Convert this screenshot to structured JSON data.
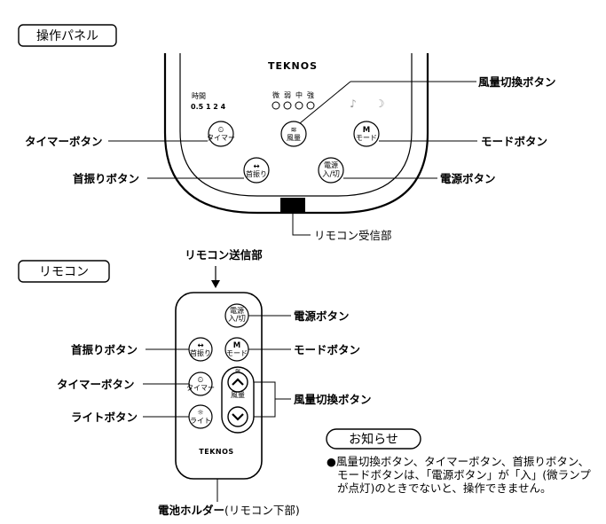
{
  "panel": {
    "header": "操作パネル",
    "brand": "TEKNOS",
    "timer_legend_title": "時間",
    "timer_legend_values": "0.5  1   2   4",
    "fan_level_labels": [
      "微",
      "弱",
      "中",
      "強"
    ],
    "note_icon": "music-note-icon",
    "sleep_icon": "moon-icon",
    "buttons": {
      "timer_top": "⏲",
      "timer_bottom": "タイマー",
      "wind_top": "≋",
      "wind_bottom": "風量",
      "mode_top": "M",
      "mode_bottom": "モード",
      "swing_top": "↔",
      "swing_bottom": "首振り",
      "power_top": "電源",
      "power_bottom": "入/切"
    },
    "callouts": {
      "wind": "風量切換ボタン",
      "timer": "タイマーボタン",
      "mode": "モードボタン",
      "swing": "首振りボタン",
      "power": "電源ボタン",
      "receiver": "リモコン受信部"
    }
  },
  "remote": {
    "header": "リモコン",
    "transmitter": "リモコン送信部",
    "brand": "TEKNOS",
    "buttons": {
      "power_top": "電源",
      "power_bottom": "入/切",
      "swing_top": "↔",
      "swing_bottom": "首振り",
      "mode_top": "M",
      "mode_bottom": "モード",
      "timer_top": "⏲",
      "timer_bottom": "タイマー",
      "light_top": "☼",
      "light_bottom": "ライト",
      "wind_top": "≋",
      "wind_label": "風量"
    },
    "callouts": {
      "power": "電源ボタン",
      "swing": "首振りボタン",
      "mode": "モードボタン",
      "timer": "タイマーボタン",
      "wind": "風量切換ボタン",
      "light": "ライトボタン",
      "battery_bold": "電池ホルダー",
      "battery_note": "(リモコン下部)"
    }
  },
  "notice": {
    "title": "お知らせ",
    "line1": "●風量切換ボタン、タイマーボタン、首振りボタン、",
    "line2": "モードボタンは、「電源ボタン」が「入」(微ランプ",
    "line3": "が点灯)のときでないと、操作できません。"
  }
}
